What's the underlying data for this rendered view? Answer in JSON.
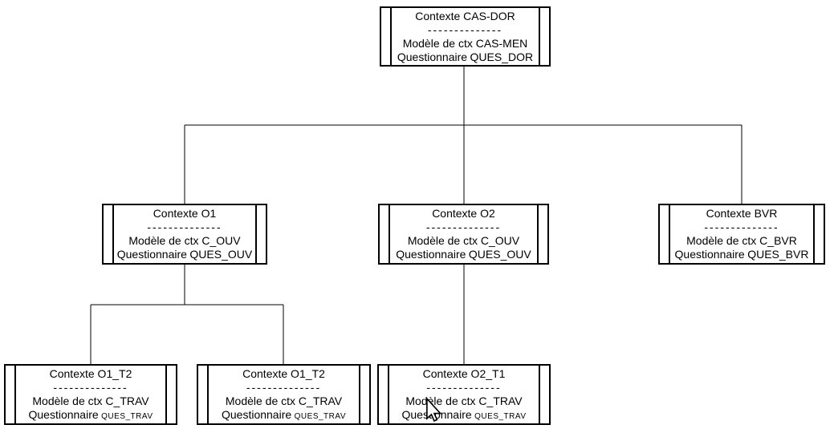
{
  "canvas": {
    "background": "#ffffff",
    "line_color": "#000000",
    "text_color": "#000000"
  },
  "nodes": [
    {
      "id": "contexte-cas-dor",
      "title": "Contexte CAS-DOR",
      "separator": "--------------",
      "model_line": "Modèle de ctx CAS-MEN",
      "questionnaire_label": "Questionnaire",
      "questionnaire_value": "QUES_DOR"
    },
    {
      "id": "contexte-o1",
      "title": "Contexte O1",
      "separator": "--------------",
      "model_line": "Modèle de ctx C_OUV",
      "questionnaire_label": "Questionnaire",
      "questionnaire_value": "QUES_OUV"
    },
    {
      "id": "contexte-o2",
      "title": "Contexte O2",
      "separator": "--------------",
      "model_line": "Modèle de ctx C_OUV",
      "questionnaire_label": "Questionnaire",
      "questionnaire_value": "QUES_OUV"
    },
    {
      "id": "contexte-bvr",
      "title": "Contexte BVR",
      "separator": "--------------",
      "model_line": "Modèle de ctx C_BVR",
      "questionnaire_label": "Questionnaire",
      "questionnaire_value": "QUES_BVR"
    },
    {
      "id": "contexte-o1-t2-a",
      "title": "Contexte O1_T2",
      "separator": "--------------",
      "model_line": "Modèle de ctx C_TRAV",
      "questionnaire_label": "Questionnaire",
      "questionnaire_value": "QUES_TRAV"
    },
    {
      "id": "contexte-o1-t2-b",
      "title": "Contexte O1_T2",
      "separator": "--------------",
      "model_line": "Modèle de ctx C_TRAV",
      "questionnaire_label": "Questionnaire",
      "questionnaire_value": "QUES_TRAV"
    },
    {
      "id": "contexte-o2-t1",
      "title": "Contexte O2_T1",
      "separator": "--------------",
      "model_line": "Modèle de ctx C_TRAV",
      "questionnaire_label": "Questionnaire",
      "questionnaire_value": "QUES_TRAV"
    }
  ],
  "cursor": {
    "icon": "arrow-pointer"
  }
}
